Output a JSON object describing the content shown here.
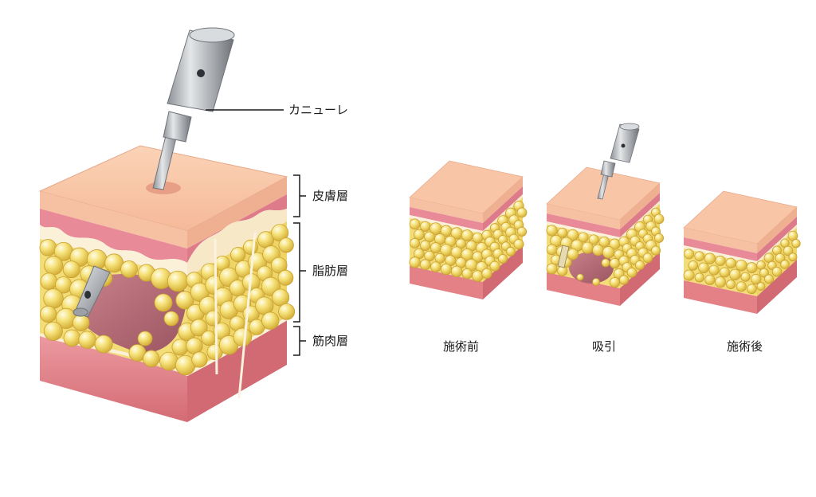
{
  "labels": {
    "cannula": "カニューレ",
    "skin_layer": "皮膚層",
    "fat_layer": "脂肪層",
    "muscle_layer": "筋肉層"
  },
  "captions": {
    "before": "施術前",
    "suction": "吸引",
    "after": "施術後"
  },
  "colors": {
    "skin_top": "#f9c9a8",
    "skin_side": "#f4bfa0",
    "dermis_pink": "#e88a98",
    "fat_yellow": "#f6e27a",
    "fat_highlight": "#fffbe0",
    "fat_shadow": "#d9b63a",
    "connective": "#fbf3df",
    "muscle": "#e48187",
    "muscle_dark": "#c9616a",
    "cavity": "#b87078",
    "metal": "#b3b6ba",
    "metal_dark": "#6f7378"
  }
}
